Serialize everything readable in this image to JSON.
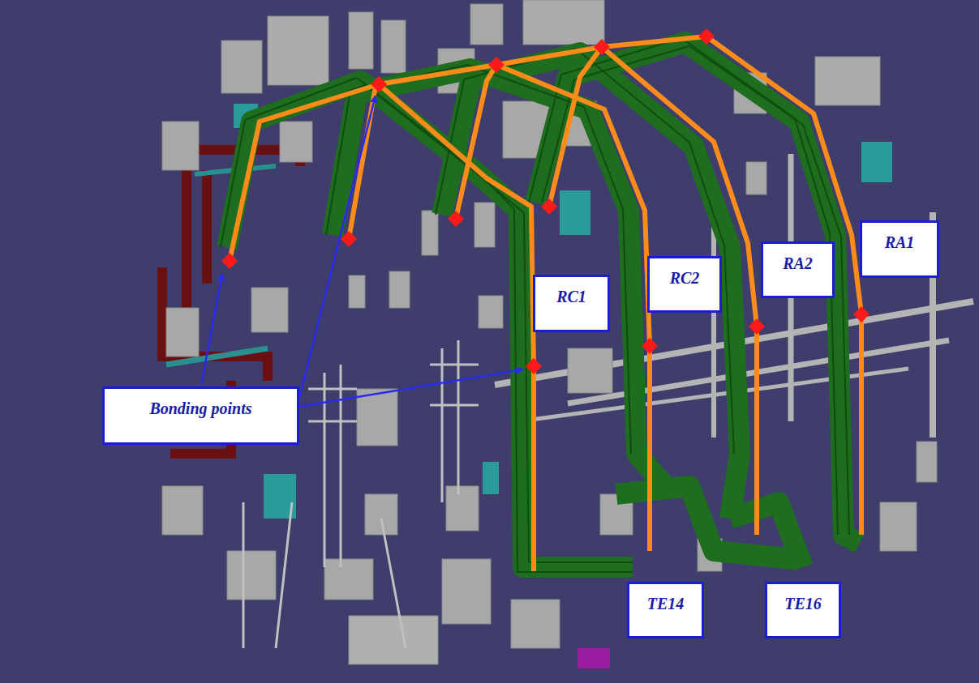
{
  "diagram": {
    "nodes": [
      {
        "text": [
          "RA1"
        ]
      },
      {
        "text": [
          "RA2"
        ]
      },
      {
        "text": [
          "RC2"
        ]
      },
      {
        "text": [
          "RC1"
        ]
      },
      {
        "text": [
          "Bonding points"
        ]
      },
      {
        "text": [
          "TE14"
        ]
      },
      {
        "text": [
          "TE16"
        ]
      }
    ]
  }
}
